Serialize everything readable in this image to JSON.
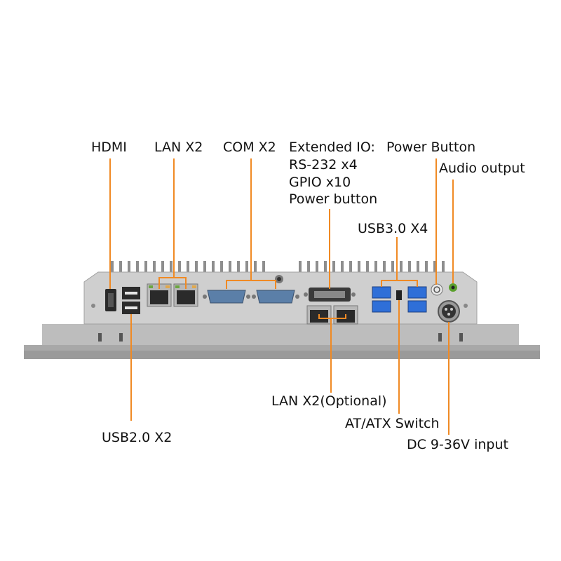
{
  "labels": {
    "hdmi": "HDMI",
    "lan": "LAN X2",
    "com": "COM X2",
    "extended_io_1": "Extended IO:",
    "extended_io_2": "RS-232 x4",
    "extended_io_3": "GPIO x10",
    "extended_io_4": "Power button",
    "power_button": "Power Button",
    "audio_output": "Audio output",
    "usb3": "USB3.0 X4",
    "lan_optional": "LAN X2(Optional)",
    "at_atx_switch": "AT/ATX Switch",
    "dc_input": "DC 9-36V input",
    "usb2": "USB2.0 X2"
  },
  "colors": {
    "leader_line": "#f08a24",
    "chassis": "#c9c9c9",
    "bezel": "#a6a6a6",
    "usb3_blue": "#2f6fd8",
    "audio_green": "#5aa02c",
    "db9_blue": "#5b7fa8"
  }
}
